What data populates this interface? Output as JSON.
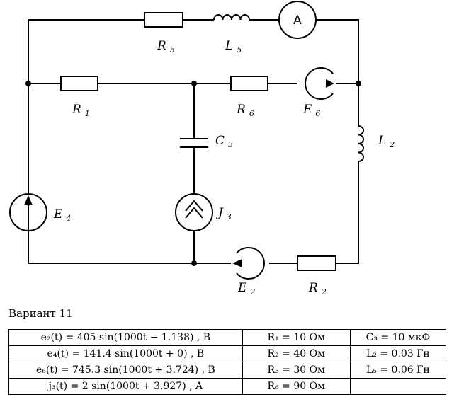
{
  "circuit": {
    "labels": {
      "R5": {
        "letter": "R",
        "sub": "5"
      },
      "L5": {
        "letter": "L",
        "sub": "5"
      },
      "ammeter": "A",
      "R1": {
        "letter": "R",
        "sub": "1"
      },
      "R6": {
        "letter": "R",
        "sub": "6"
      },
      "E6": {
        "letter": "E",
        "sub": "6"
      },
      "L2": {
        "letter": "L",
        "sub": "2"
      },
      "C3": {
        "letter": "C",
        "sub": "3"
      },
      "E4": {
        "letter": "E",
        "sub": "4"
      },
      "J3": {
        "letter": "J",
        "sub": "3"
      },
      "E2": {
        "letter": "E",
        "sub": "2"
      },
      "R2": {
        "letter": "R",
        "sub": "2"
      }
    }
  },
  "variant_label": "Вариант 11",
  "table": {
    "rows": [
      [
        "e₂(t) = 405 sin(1000t − 1.138) , B",
        "R₁ = 10 Ом",
        "C₃ = 10 мкФ"
      ],
      [
        "e₄(t) = 141.4 sin(1000t + 0) , B",
        "R₂ = 40 Ом",
        "L₂ = 0.03 Гн"
      ],
      [
        "e₆(t) = 745.3 sin(1000t + 3.724) , B",
        "R₅ = 30 Ом",
        "L₅ = 0.06 Гн"
      ],
      [
        "j₃(t) = 2 sin(1000t + 3.927) , A",
        "R₆ = 90 Ом",
        ""
      ]
    ]
  }
}
